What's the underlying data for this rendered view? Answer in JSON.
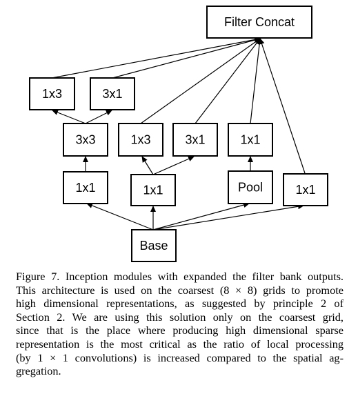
{
  "diagram": {
    "nodes": {
      "filter_concat": "Filter Concat",
      "top_1x3": "1x3",
      "top_3x1": "3x1",
      "mid_3x3": "3x3",
      "mid_1x3": "1x3",
      "mid_3x1": "3x1",
      "mid_1x1": "1x1",
      "low_1x1_a": "1x1",
      "low_1x1_b": "1x1",
      "low_pool": "Pool",
      "low_1x1_c": "1x1",
      "base": "Base"
    }
  },
  "caption": {
    "lines": [
      "Figure 7. Inception modules with expanded the filter bank outputs.",
      "This architecture is used on the coarsest (8 × 8) grids to promote",
      "high dimensional representations, as suggested by principle 2 of",
      "Section 2.  We are using this solution only on the coarsest grid,",
      "since that is the place where producing high dimensional sparse",
      "representation is the most critical as the ratio of local processing",
      "(by 1 × 1 convolutions) is increased compared to the spatial ag-",
      "gregation."
    ]
  }
}
